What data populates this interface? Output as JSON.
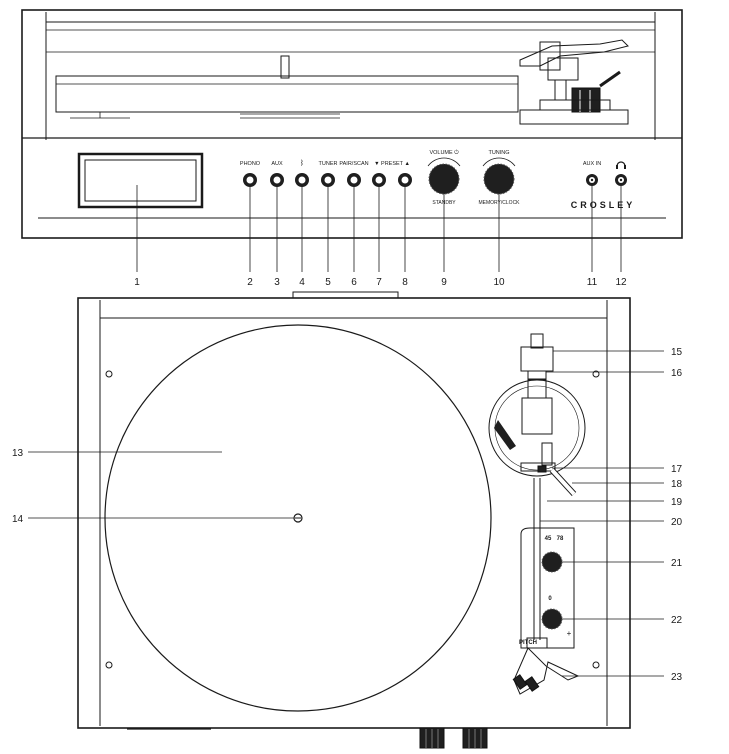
{
  "front_panel": {
    "brand": "CROSLEY",
    "button_labels": [
      "PHONO",
      "AUX",
      "ᛒ",
      "TUNER",
      "PAIR/SCAN",
      "▼ PRESET ▲"
    ],
    "knob_labels": {
      "volume_top": "VOLUME ⏻",
      "volume_bottom": "STANDBY",
      "tuning_top": "TUNING",
      "tuning_bottom": "MEMORY/CLOCK"
    },
    "jack_labels": {
      "aux_in": "AUX IN",
      "headphones": "headphones-icon"
    }
  },
  "tonearm_panel": {
    "speed_labels": [
      "45",
      "78"
    ],
    "pitch_label": "PITCH",
    "plus_sign": "+",
    "zero_mark": "0"
  },
  "callouts": [
    "1",
    "2",
    "3",
    "4",
    "5",
    "6",
    "7",
    "8",
    "9",
    "10",
    "11",
    "12",
    "13",
    "14",
    "15",
    "16",
    "17",
    "18",
    "19",
    "20",
    "21",
    "22",
    "23"
  ]
}
